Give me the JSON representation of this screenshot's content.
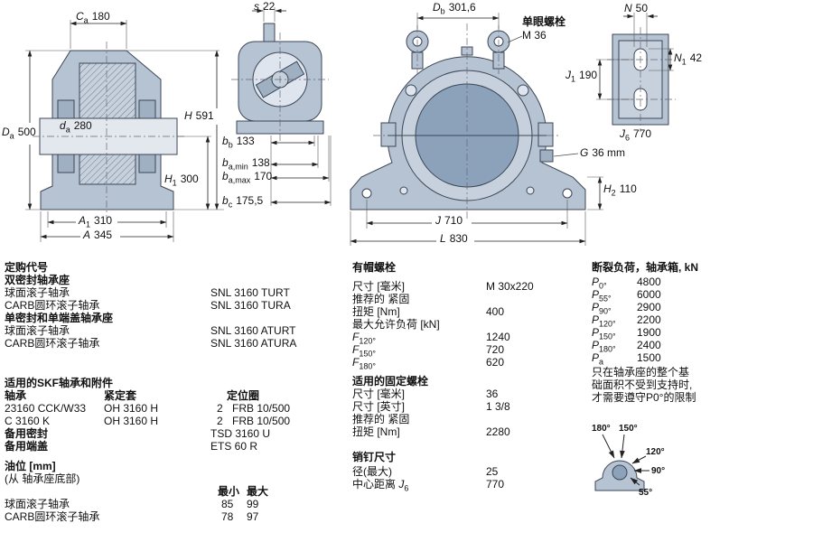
{
  "dims": {
    "ca": {
      "m": "C",
      "s": "a",
      "v": "180"
    },
    "da": {
      "m": "d",
      "s": "a",
      "v": "280"
    },
    "Da": {
      "m": "D",
      "s": "a",
      "v": "500"
    },
    "H": {
      "m": "H",
      "s": "",
      "v": "591"
    },
    "H1": {
      "m": "H",
      "s": "1",
      "v": "300"
    },
    "A1": {
      "m": "A",
      "s": "1",
      "v": "310"
    },
    "A": {
      "m": "A",
      "s": "",
      "v": "345"
    },
    "s": {
      "m": "s",
      "s": "",
      "v": "22"
    },
    "bb": {
      "m": "b",
      "s": "b",
      "v": "133"
    },
    "bamin": {
      "m": "b",
      "s": "a,min",
      "v": "138"
    },
    "bamax": {
      "m": "b",
      "s": "a,max",
      "v": "170"
    },
    "bc": {
      "m": "b",
      "s": "c",
      "v": "175,5"
    },
    "Db": {
      "m": "D",
      "s": "b",
      "v": "301,6"
    },
    "G": {
      "m": "G",
      "s": "",
      "v": "36 mm"
    },
    "H2": {
      "m": "H",
      "s": "2",
      "v": "110"
    },
    "J": {
      "m": "J",
      "s": "",
      "v": "710"
    },
    "L": {
      "m": "L",
      "s": "",
      "v": "830"
    },
    "N": {
      "m": "N",
      "s": "",
      "v": "50"
    },
    "N1": {
      "m": "N",
      "s": "1",
      "v": "42"
    },
    "J1": {
      "m": "J",
      "s": "1",
      "v": "190"
    },
    "J6": {
      "m": "J",
      "s": "6",
      "v": "770"
    }
  },
  "drawing_labels": {
    "eyebolt_label": "单眼螺栓",
    "eyebolt_value": "M 36"
  },
  "ordering": {
    "title": "定购代号",
    "sections": [
      {
        "heading": "双密封轴承座",
        "rows": [
          {
            "label": "球面滚子轴承",
            "value": "SNL 3160 TURT"
          },
          {
            "label": "CARB圆环滚子轴承",
            "value": "SNL 3160 TURA"
          }
        ]
      },
      {
        "heading": "单密封和单端盖轴承座",
        "rows": [
          {
            "label": "球面滚子轴承",
            "value": "SNL 3160 ATURT"
          },
          {
            "label": "CARB圆环滚子轴承",
            "value": "SNL 3160 ATURA"
          }
        ]
      }
    ]
  },
  "bearings": {
    "title": "适用的SKF轴承和附件",
    "col_bearing": "轴承",
    "col_sleeve": "紧定套",
    "col_ring": "定位圈",
    "rows": [
      {
        "bearing": "23160 CCK/W33",
        "sleeve": "OH 3160 H",
        "qty": "2",
        "ring": "FRB 10/500"
      },
      {
        "bearing": "C 3160 K",
        "sleeve": "OH 3160 H",
        "qty": "2",
        "ring": "FRB 10/500"
      }
    ],
    "spare_seal_label": "备用密封",
    "spare_seal_value": "TSD 3160 U",
    "spare_cover_label": "备用端盖",
    "spare_cover_value": "ETS 60 R"
  },
  "oil_level": {
    "title": "油位 [mm]",
    "subtitle": "(从 轴承座底部)",
    "min_header": "最小",
    "max_header": "最大",
    "rows": [
      {
        "label": "球面滚子轴承",
        "min": "85",
        "max": "99"
      },
      {
        "label": "CARB圆环滚子轴承",
        "min": "78",
        "max": "97"
      }
    ]
  },
  "cap_bolts": {
    "title": "有帽螺栓",
    "size_label": "尺寸 [毫米]",
    "size_value": "M 30x220",
    "torque_label_1": "推荐的 紧固",
    "torque_label_2": "扭矩 [Nm]",
    "torque_value": "400",
    "max_load_label": "最大允许负荷 [kN]",
    "loads": [
      {
        "m": "F",
        "s": "120°",
        "v": "1240"
      },
      {
        "m": "F",
        "s": "150°",
        "v": "720"
      },
      {
        "m": "F",
        "s": "180°",
        "v": "620"
      }
    ]
  },
  "foundation_bolts": {
    "title": "适用的固定螺栓",
    "size_mm_label": "尺寸 [毫米]",
    "size_mm_value": "36",
    "size_in_label": "尺寸 [英寸]",
    "size_in_value": "1 3/8",
    "torque_label_1": "推荐的 紧固",
    "torque_label_2": "扭矩 [Nm]",
    "torque_value": "2280"
  },
  "pins": {
    "title": "销钉尺寸",
    "dia_label": "径(最大)",
    "dia_value": "25",
    "center_label": "中心距离 ",
    "center_symbol": "J",
    "center_sub": "6",
    "center_value": "770"
  },
  "breaking_loads": {
    "title": "断裂负荷，轴承箱, kN",
    "rows": [
      {
        "m": "P",
        "s": "0°",
        "v": "4800"
      },
      {
        "m": "P",
        "s": "55°",
        "v": "6000"
      },
      {
        "m": "P",
        "s": "90°",
        "v": "2900"
      },
      {
        "m": "P",
        "s": "120°",
        "v": "2200"
      },
      {
        "m": "P",
        "s": "150°",
        "v": "1900"
      },
      {
        "m": "P",
        "s": "180°",
        "v": "2400"
      },
      {
        "m": "P",
        "s": "a",
        "v": "1500"
      }
    ],
    "note": [
      "只在轴承座的整个基",
      "础面积不受到支持时,",
      "才需要遵守P0°的限制"
    ],
    "angles": [
      "180°",
      "150°",
      "120°",
      "90°",
      "55°"
    ]
  }
}
